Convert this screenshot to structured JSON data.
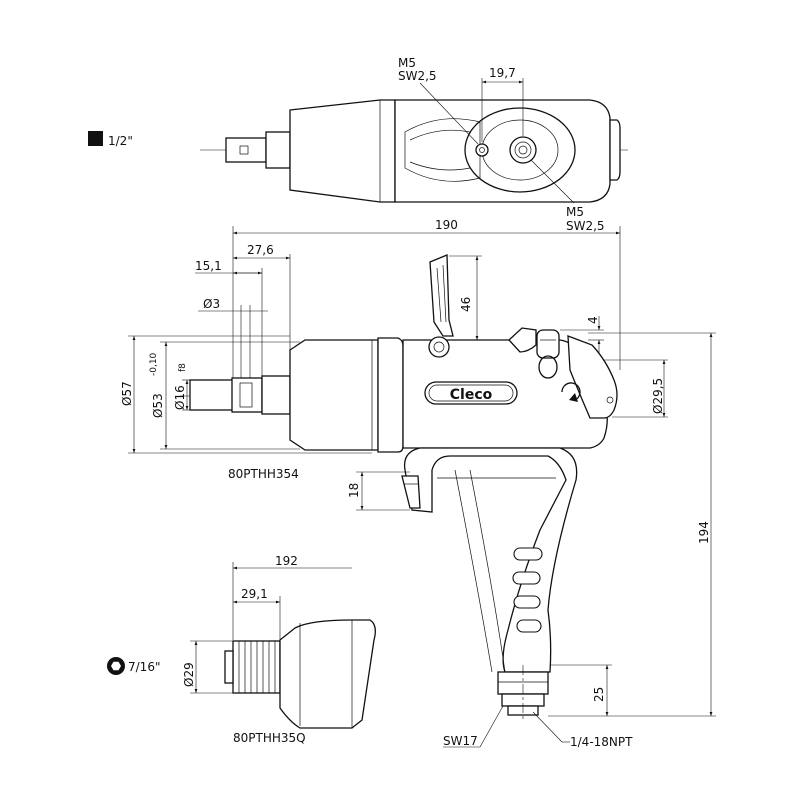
{
  "top_view": {
    "drive_label": "1/2\"",
    "callout_top_line1": "M5",
    "callout_top_line2": "SW2,5",
    "callout_bottom_line1": "M5",
    "callout_bottom_line2": "SW2,5",
    "width_dim": "19,7"
  },
  "side_view": {
    "overall_length": "190",
    "dim_27_6": "27,6",
    "dim_15_1": "15,1",
    "dim_hole": "Ø3",
    "dim_46": "46",
    "dim_4": "4",
    "dia_57": "Ø57",
    "dia_53": "Ø53",
    "dia_53_tol": "-0,10",
    "dia_16": "Ø16",
    "dia_16_tol": "f8",
    "dia_29_5": "Ø29,5",
    "dim_18": "18",
    "height_194": "194",
    "dim_25": "25",
    "model_label": "80PTHH354",
    "brand": "Cleco",
    "sw_label": "SW17",
    "thread_label": "1/4-18NPT"
  },
  "variant_view": {
    "length_192": "192",
    "dim_29_1": "29,1",
    "dia_29": "Ø29",
    "drive_label": "7/16\"",
    "model_label": "80PTHH35Q"
  }
}
